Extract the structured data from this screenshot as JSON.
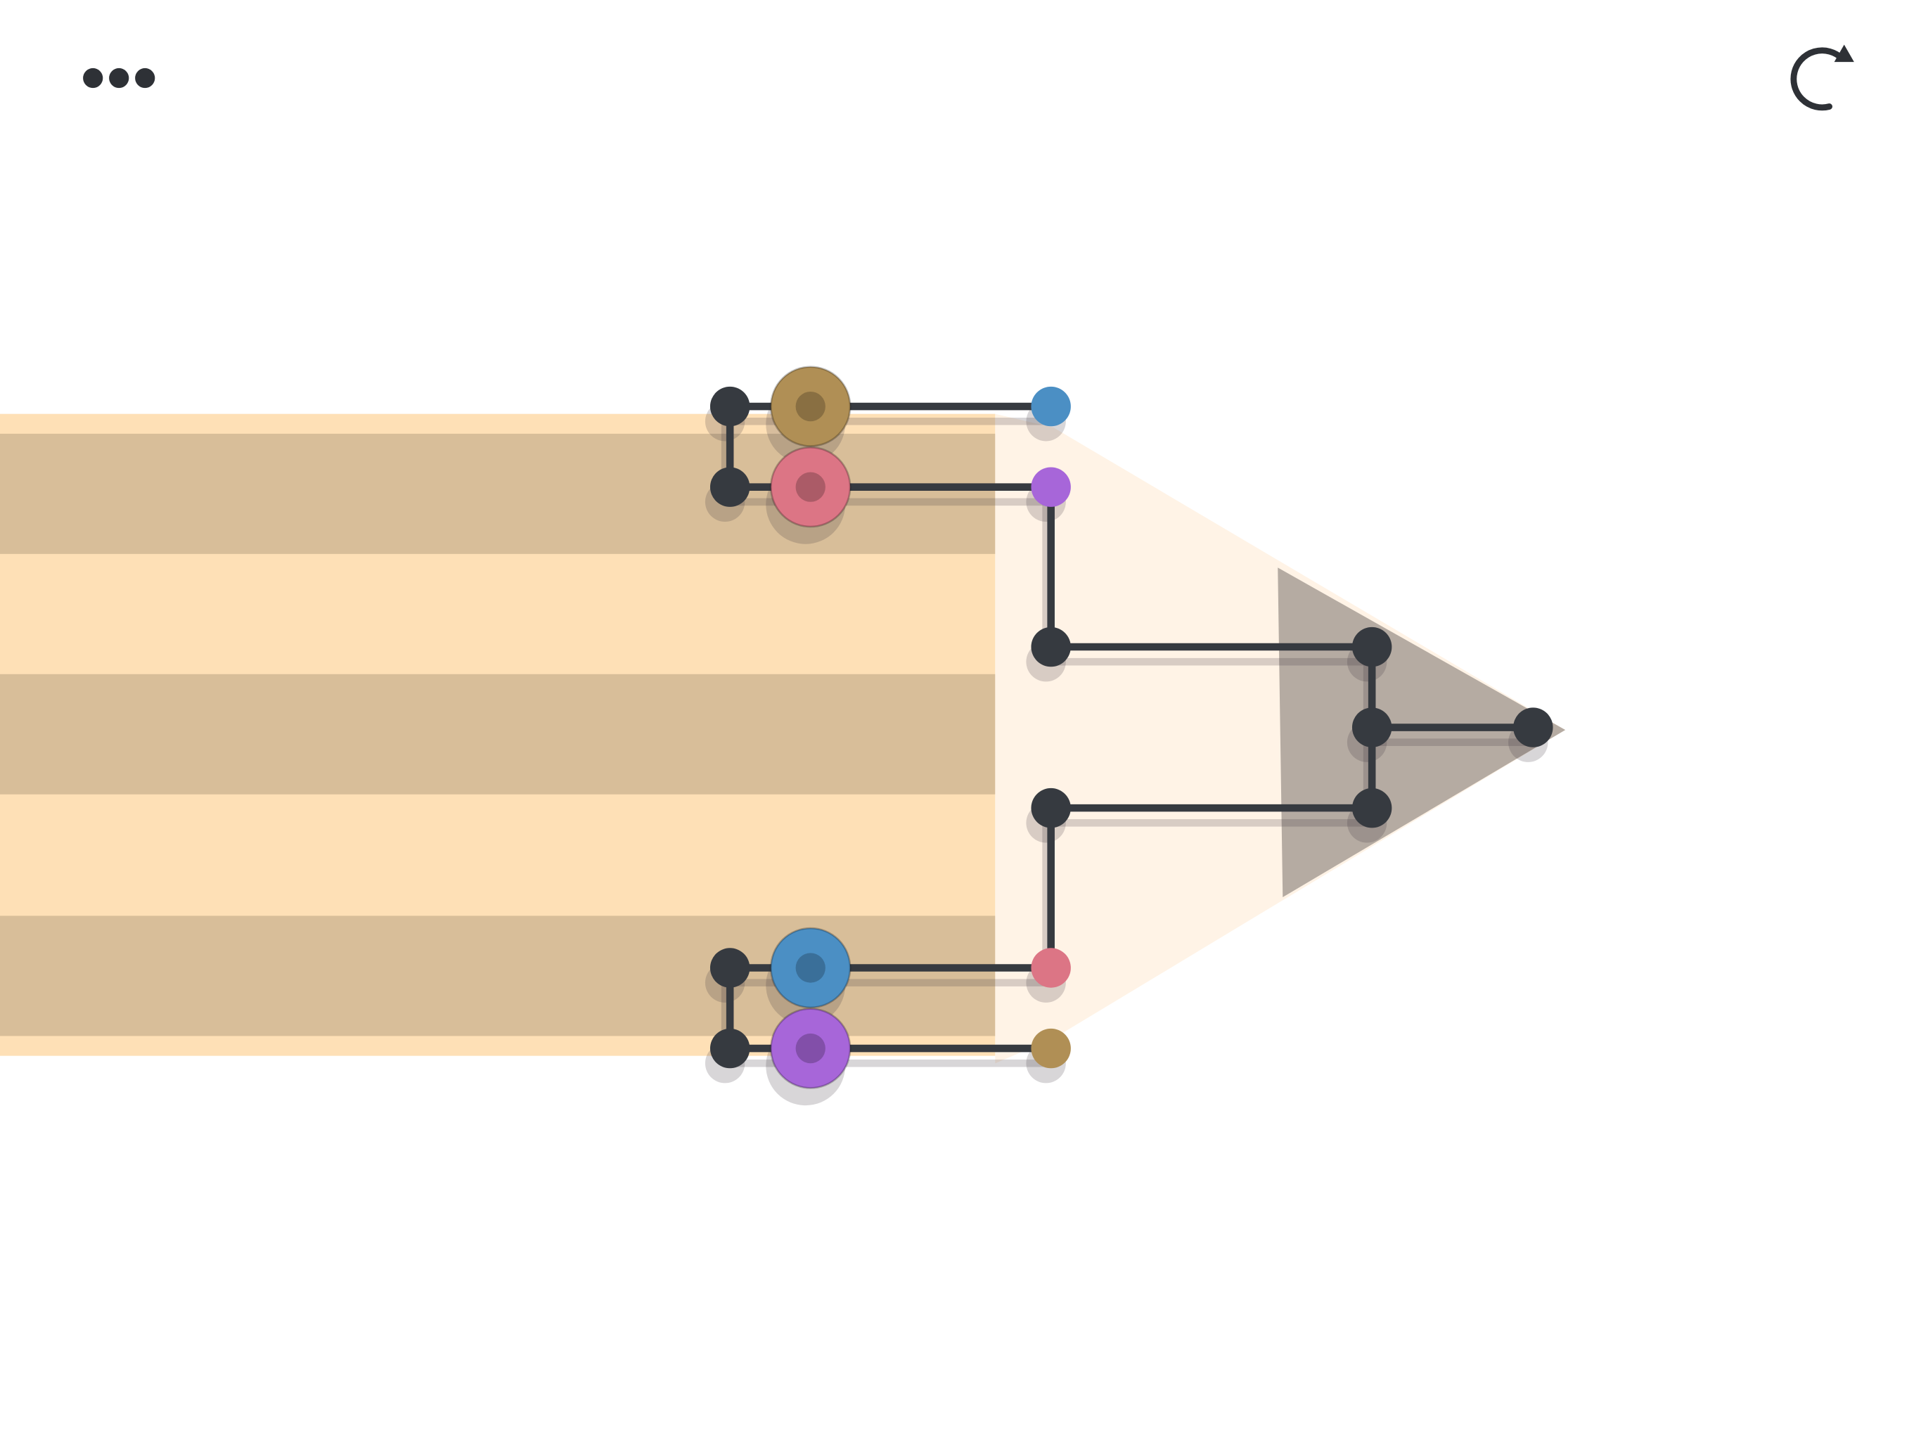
{
  "toolbar": {
    "menu_icon": "more-horizontal-icon",
    "restart_icon": "restart-icon"
  },
  "colors": {
    "background": "#ffffff",
    "stripe_light": "#fee0b6",
    "stripe_dark": "#d8be99",
    "funnel_light": "#fff3e6",
    "funnel_tip": "#b5aba2",
    "wire": "#363a40",
    "gold": "#b08f55",
    "pink": "#dc7585",
    "blue": "#4b8fc4",
    "purple": "#a766d9"
  },
  "puzzle": {
    "tokens": [
      {
        "color": "gold",
        "row": 1
      },
      {
        "color": "pink",
        "row": 2
      },
      {
        "color": "blue",
        "row": 3
      },
      {
        "color": "purple",
        "row": 4
      }
    ],
    "targets": [
      {
        "color": "blue",
        "row": 1
      },
      {
        "color": "purple",
        "row": 2
      },
      {
        "color": "pink",
        "row": 3
      },
      {
        "color": "gold",
        "row": 4
      }
    ]
  }
}
